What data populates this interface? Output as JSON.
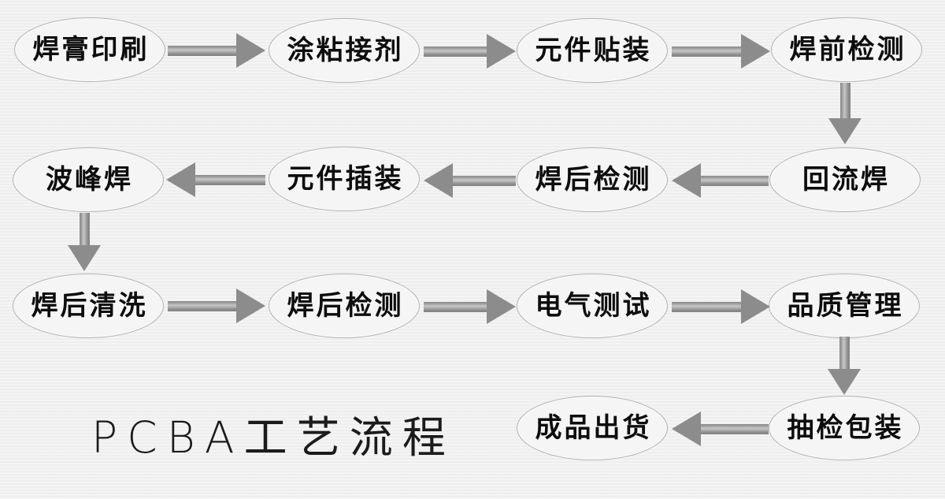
{
  "title": {
    "text": "PCBA工艺流程"
  },
  "colors": {
    "background": "#f1f1f2",
    "node_fill": "#f5f5f5",
    "node_border": "#b2b2b2",
    "arrow": "#8c8c8c",
    "text": "#0d0d0d"
  },
  "nodes": [
    {
      "id": "solder-paste-printing",
      "label": "焊膏印刷"
    },
    {
      "id": "apply-adhesive",
      "label": "涂粘接剂"
    },
    {
      "id": "component-placement",
      "label": "元件贴装"
    },
    {
      "id": "pre-solder-inspection",
      "label": "焊前检测"
    },
    {
      "id": "reflow-soldering",
      "label": "回流焊"
    },
    {
      "id": "post-solder-inspection-a",
      "label": "焊后检测"
    },
    {
      "id": "component-insertion",
      "label": "元件插装"
    },
    {
      "id": "wave-soldering",
      "label": "波峰焊"
    },
    {
      "id": "post-solder-cleaning",
      "label": "焊后清洗"
    },
    {
      "id": "post-solder-inspection-b",
      "label": "焊后检测"
    },
    {
      "id": "electrical-testing",
      "label": "电气测试"
    },
    {
      "id": "quality-management",
      "label": "品质管理"
    },
    {
      "id": "sampling-packaging",
      "label": "抽检包装"
    },
    {
      "id": "finished-goods-shipment",
      "label": "成品出货"
    }
  ],
  "edges": [
    {
      "from": "焊膏印刷",
      "to": "涂粘接剂",
      "direction": "right"
    },
    {
      "from": "涂粘接剂",
      "to": "元件贴装",
      "direction": "right"
    },
    {
      "from": "元件贴装",
      "to": "焊前检测",
      "direction": "right"
    },
    {
      "from": "焊前检测",
      "to": "回流焊",
      "direction": "down"
    },
    {
      "from": "回流焊",
      "to": "焊后检测",
      "direction": "left"
    },
    {
      "from": "焊后检测",
      "to": "元件插装",
      "direction": "left"
    },
    {
      "from": "元件插装",
      "to": "波峰焊",
      "direction": "left"
    },
    {
      "from": "波峰焊",
      "to": "焊后清洗",
      "direction": "down"
    },
    {
      "from": "焊后清洗",
      "to": "焊后检测",
      "direction": "right"
    },
    {
      "from": "焊后检测",
      "to": "电气测试",
      "direction": "right"
    },
    {
      "from": "电气测试",
      "to": "品质管理",
      "direction": "right"
    },
    {
      "from": "品质管理",
      "to": "抽检包装",
      "direction": "down"
    },
    {
      "from": "抽检包装",
      "to": "成品出货",
      "direction": "left"
    }
  ]
}
